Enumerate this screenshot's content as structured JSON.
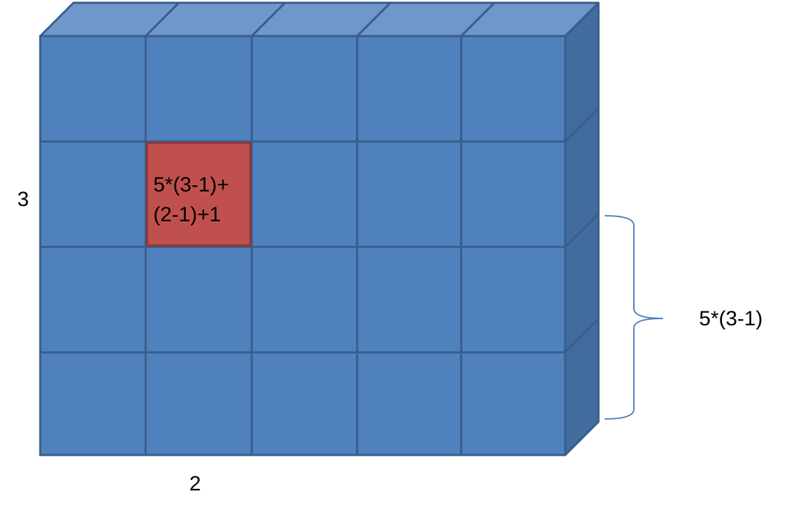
{
  "grid": {
    "columns": 5,
    "rows": 4,
    "highlighted_cell": {
      "row": 2,
      "column": 2
    }
  },
  "labels": {
    "row_index": "3",
    "column_index": "2",
    "cell_formula_line1": "5*(3-1)+",
    "cell_formula_line2": "(2-1)+1",
    "brace_label": "5*(3-1)"
  },
  "colors": {
    "cube_front": "#4f81bd",
    "cube_top": "#6f97cc",
    "cube_side": "#426c9f",
    "cube_stroke": "#385d8a",
    "highlight_fill": "#c0504d",
    "highlight_stroke": "#8c3836",
    "brace": "#4f81bd",
    "text": "#000000"
  }
}
